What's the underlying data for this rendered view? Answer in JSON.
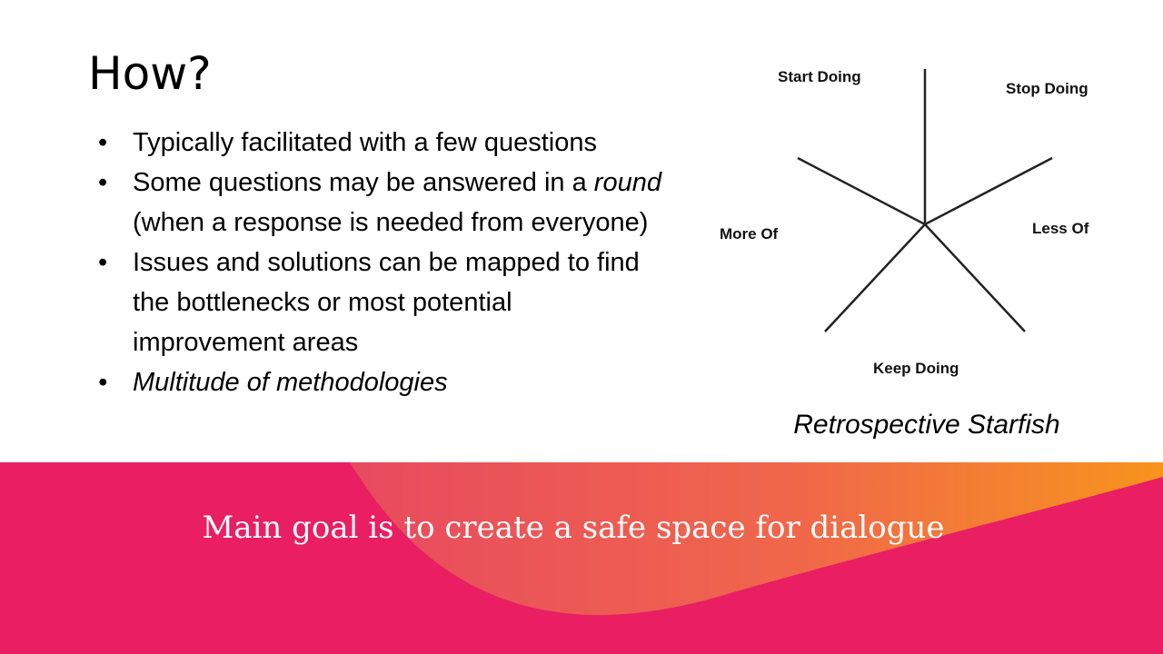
{
  "slide": {
    "title": "How?",
    "bullets": [
      "Typically facilitated with a few questions",
      {
        "parts": [
          "Some questions may be answered in a ",
          "round",
          " (when a response is needed from everyone)"
        ]
      },
      "Issues and solutions can be mapped to find the bottlenecks or most potential improvement areas",
      "Multitude of methodologies"
    ]
  },
  "starfish": {
    "labels": {
      "start_doing": "Start Doing",
      "stop_doing": "Stop Doing",
      "more_of": "More Of",
      "less_of": "Less Of",
      "keep_doing": "Keep Doing"
    },
    "caption": "Retrospective Starfish"
  },
  "banner": {
    "text": "Main goal is to create a safe space for dialogue"
  },
  "colors": {
    "banner_pink": "#e91e63",
    "banner_orange": "#f7941d"
  }
}
